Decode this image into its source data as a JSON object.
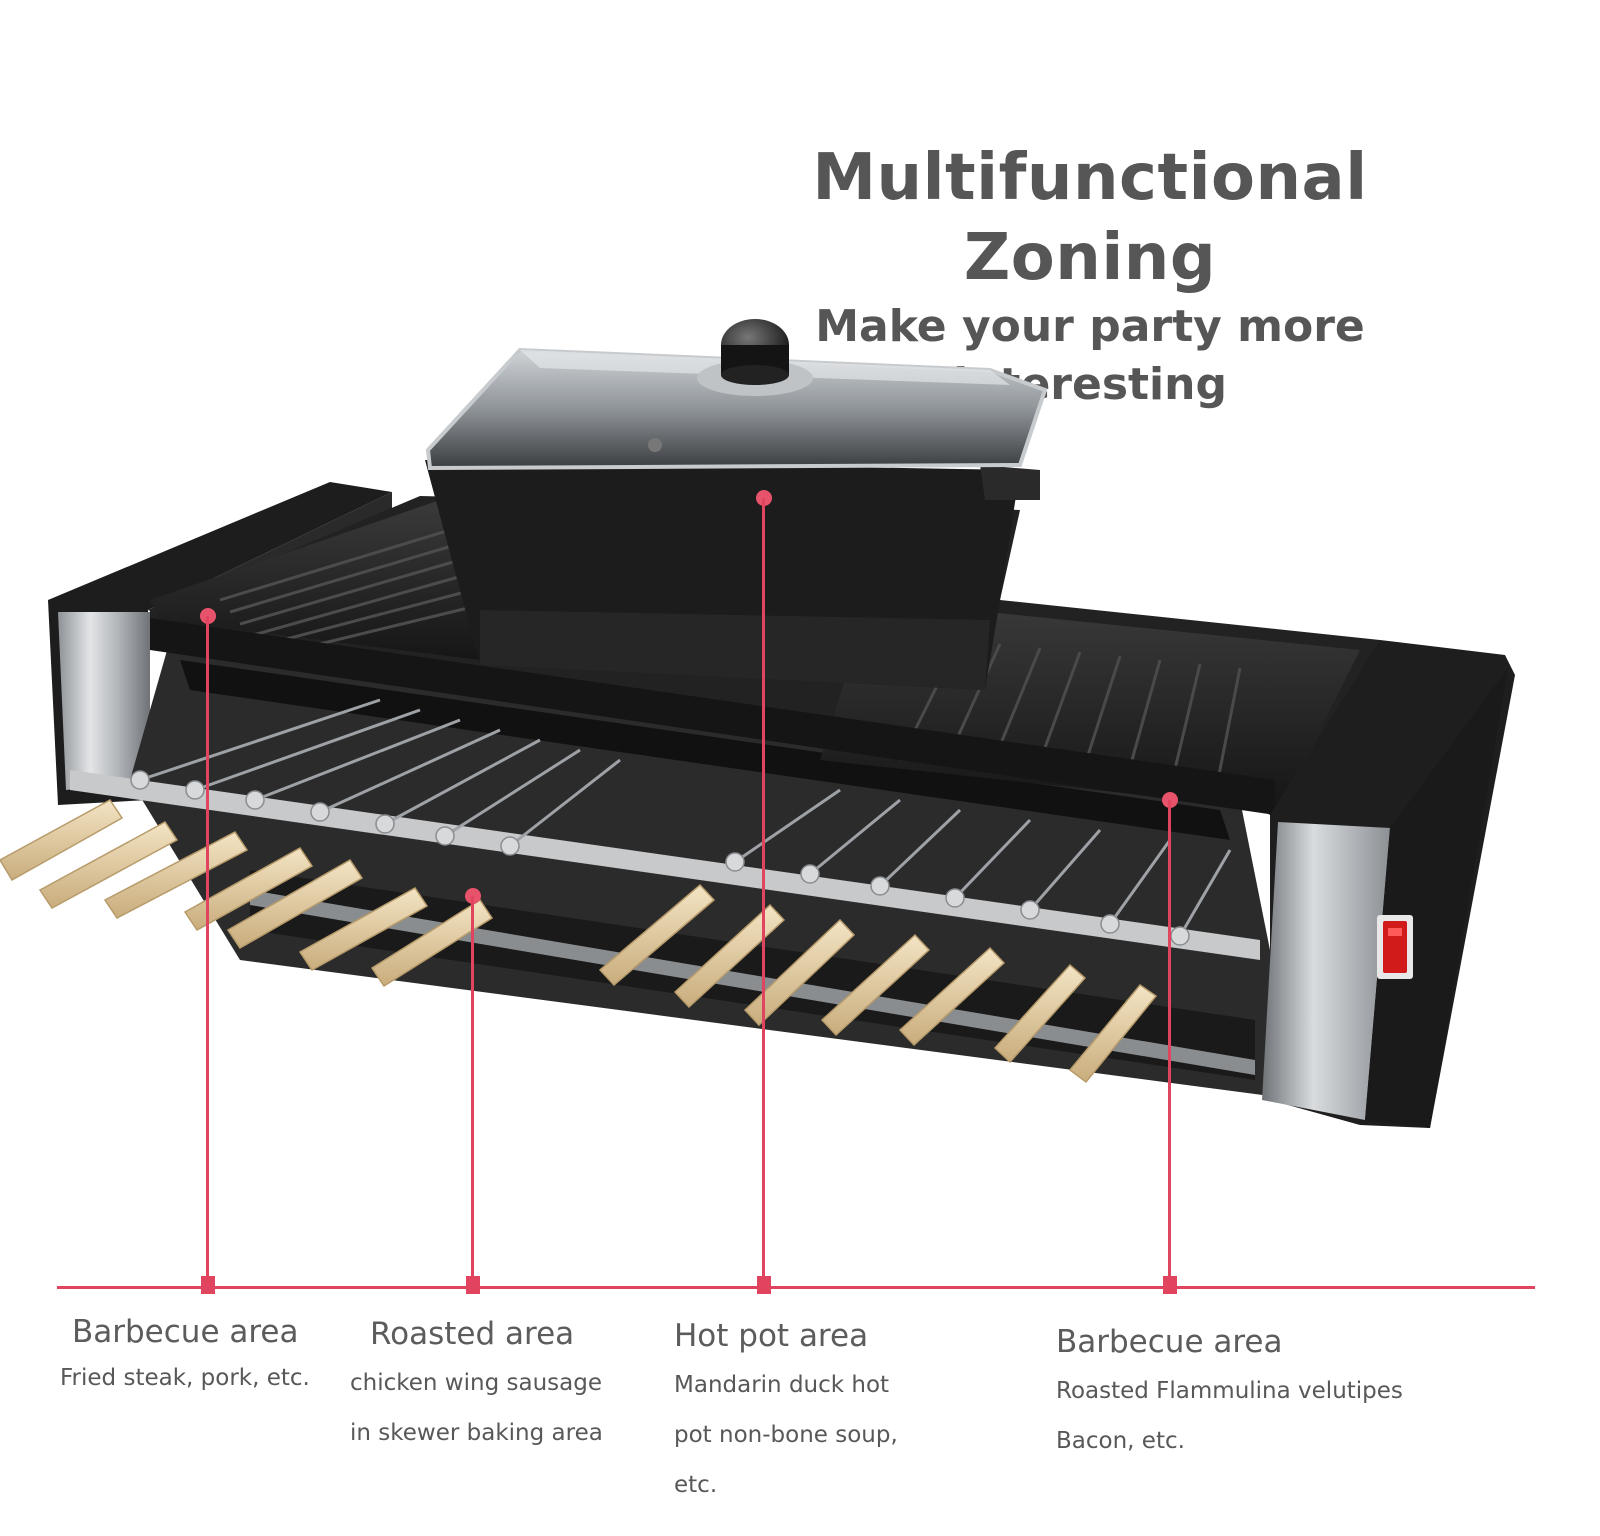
{
  "headline": {
    "title": "Multifunctional Zoning",
    "subtitle": "Make your party more interesting"
  },
  "colors": {
    "accent": "#e0445f",
    "text": "#565656",
    "appliance_body": "#1e1e1e",
    "stainless": "#b9bcbf",
    "skewer_handle": "#e6d2ac",
    "power_switch": "#d11a1a"
  },
  "zones": [
    {
      "name": "Barbecue area",
      "description": "Fried steak, pork, etc."
    },
    {
      "name": "Roasted area",
      "description": "chicken wing sausage\nin skewer baking area"
    },
    {
      "name": "Hot pot area",
      "description": "Mandarin duck hot\npot non-bone soup,\netc."
    },
    {
      "name": "Barbecue area",
      "description": "Roasted Flammulina velutipes\nBacon, etc."
    }
  ],
  "product": {
    "icon": "electric-grill-hotpot-combo",
    "parts": [
      "glass-lid",
      "hot-pot",
      "grill-plate-left",
      "grill-plate-right",
      "rotisserie-skewers",
      "power-switch"
    ]
  }
}
